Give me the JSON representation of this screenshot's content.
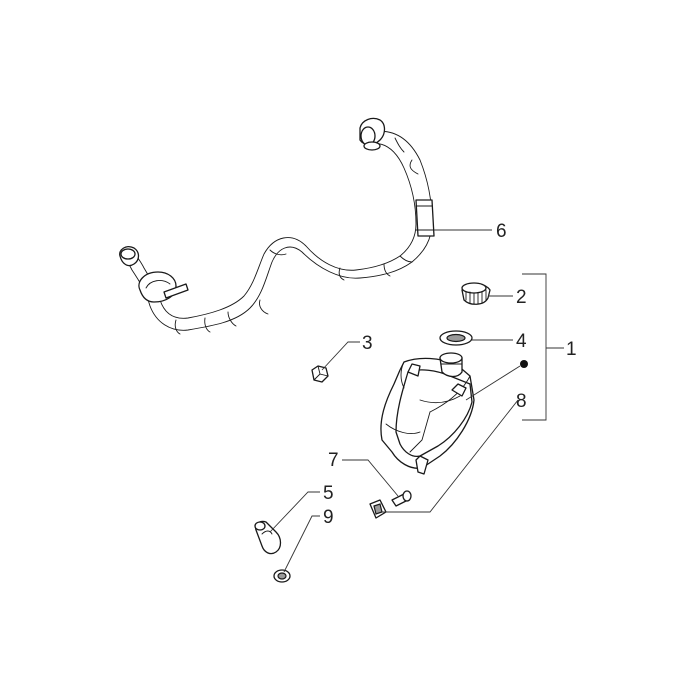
{
  "callouts": {
    "c1": "1",
    "c2": "2",
    "c3": "3",
    "c4": "4",
    "c5": "5",
    "c6": "6",
    "c7": "7",
    "c8": "8",
    "c9": "9"
  },
  "colors": {
    "ink": "#1a1a1a",
    "background": "#ffffff"
  }
}
